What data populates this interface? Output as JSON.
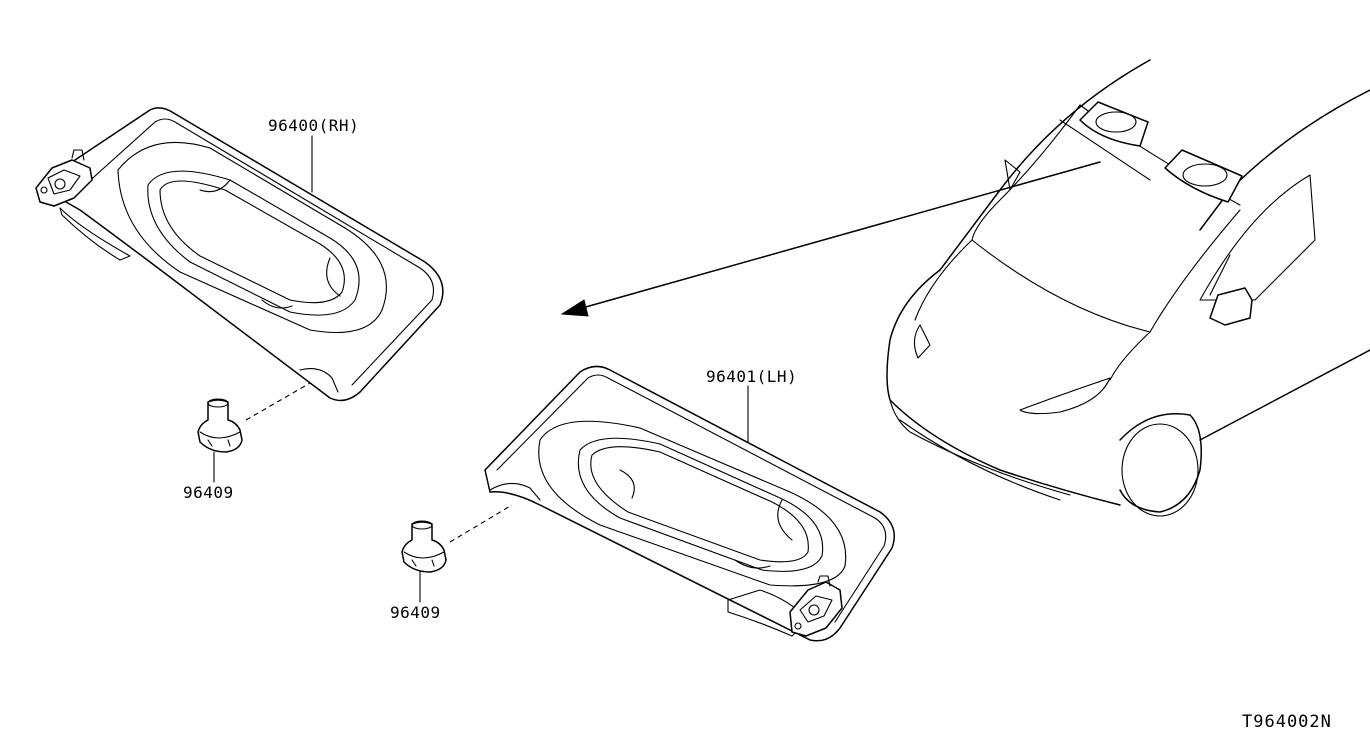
{
  "labels": {
    "visor_rh": "96400(RH)",
    "visor_lh": "96401(LH)",
    "clip_upper": "96409",
    "clip_lower": "96409"
  },
  "diagram_id": "T964002N"
}
